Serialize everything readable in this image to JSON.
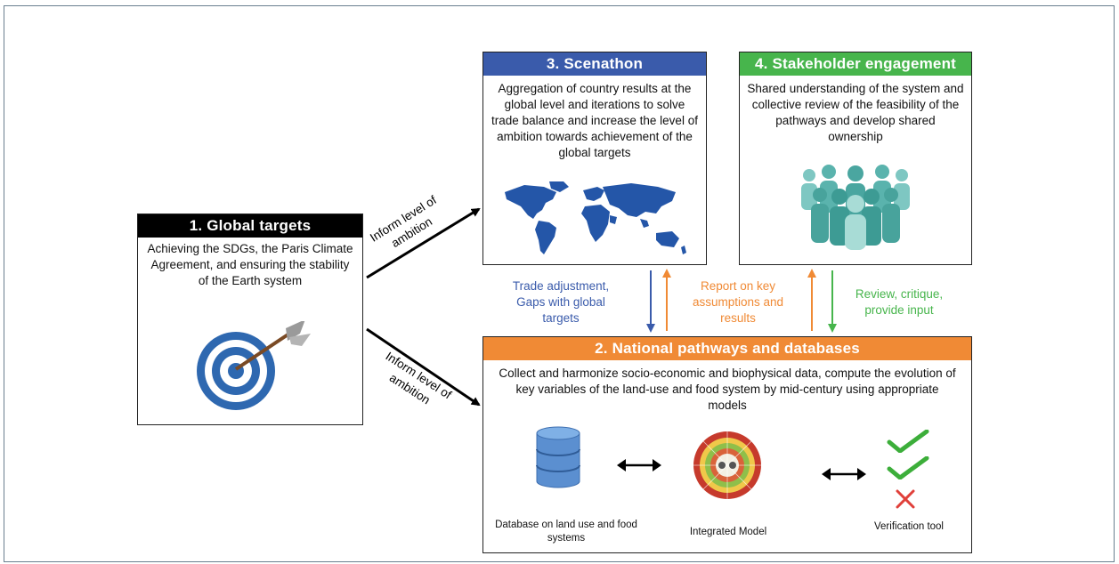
{
  "global_targets": {
    "title": "1. Global targets",
    "text": "Achieving the SDGs, the Paris Climate Agreement, and ensuring the stability of the Earth system",
    "header_color": "#000000",
    "icon": "target-icon"
  },
  "scenathon": {
    "title": "3. Scenathon",
    "text": "Aggregation of country results at the global level and iterations to solve trade balance and increase the level of ambition towards achievement of the global targets",
    "header_color": "#3a5bab",
    "icon": "world-map-icon"
  },
  "stakeholder": {
    "title": "4. Stakeholder engagement",
    "text": "Shared understanding of the system and collective review of the feasibility of the pathways and develop shared ownership",
    "header_color": "#47b54c",
    "icon": "people-group-icon"
  },
  "national": {
    "title": "2. National pathways and databases",
    "text": "Collect and harmonize socio-economic and biophysical data, compute the evolution of key variables of the land-use and food system by mid-century using appropriate models",
    "header_color": "#f08a35",
    "database_caption": "Database on land use and food systems",
    "model_caption": "Integrated Model",
    "verification_caption": "Verification tool",
    "icons": [
      "database-icon",
      "integrated-model-icon",
      "checkmark-icon",
      "cross-icon"
    ]
  },
  "arrows": {
    "inform_up": "Inform level of ambition",
    "inform_down": "Inform level of ambition",
    "trade_adjustment": "Trade adjustment, Gaps with global targets",
    "report": "Report on key assumptions and results",
    "review": "Review, critique, provide input",
    "trade_color": "#3a5bab",
    "report_color": "#f08a35",
    "review_color": "#47b54c"
  }
}
